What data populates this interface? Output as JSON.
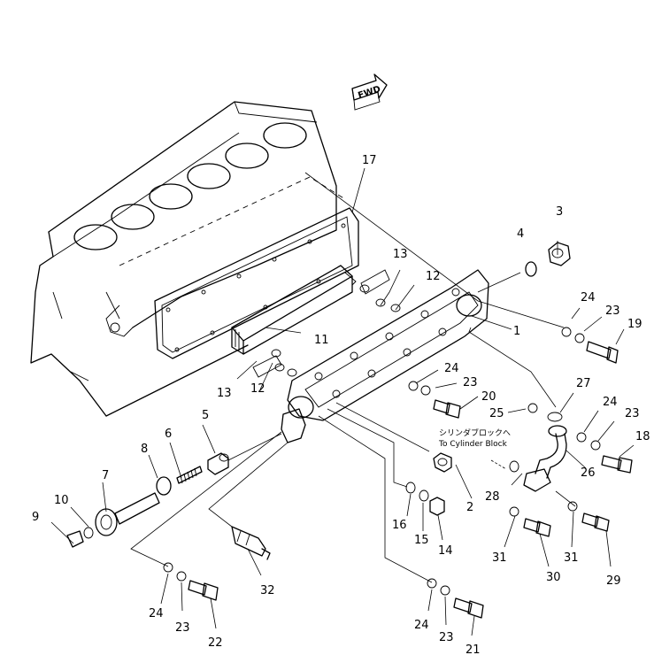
{
  "fwd_label": "FWD",
  "note": {
    "japanese": "シリンダブロックへ",
    "english": "To Cylinder Block"
  },
  "callouts": [
    {
      "id": "c1",
      "label": "1"
    },
    {
      "id": "c2",
      "label": "2"
    },
    {
      "id": "c3",
      "label": "3"
    },
    {
      "id": "c4",
      "label": "4"
    },
    {
      "id": "c5",
      "label": "5"
    },
    {
      "id": "c6",
      "label": "6"
    },
    {
      "id": "c7",
      "label": "7"
    },
    {
      "id": "c8",
      "label": "8"
    },
    {
      "id": "c9",
      "label": "9"
    },
    {
      "id": "c10",
      "label": "10"
    },
    {
      "id": "c11",
      "label": "11"
    },
    {
      "id": "c12a",
      "label": "12"
    },
    {
      "id": "c12b",
      "label": "12"
    },
    {
      "id": "c13a",
      "label": "13"
    },
    {
      "id": "c13b",
      "label": "13"
    },
    {
      "id": "c14",
      "label": "14"
    },
    {
      "id": "c15",
      "label": "15"
    },
    {
      "id": "c16",
      "label": "16"
    },
    {
      "id": "c17",
      "label": "17"
    },
    {
      "id": "c18",
      "label": "18"
    },
    {
      "id": "c19",
      "label": "19"
    },
    {
      "id": "c20",
      "label": "20"
    },
    {
      "id": "c21",
      "label": "21"
    },
    {
      "id": "c22",
      "label": "22"
    },
    {
      "id": "c23a",
      "label": "23"
    },
    {
      "id": "c23b",
      "label": "23"
    },
    {
      "id": "c23c",
      "label": "23"
    },
    {
      "id": "c23d",
      "label": "23"
    },
    {
      "id": "c23e",
      "label": "23"
    },
    {
      "id": "c24a",
      "label": "24"
    },
    {
      "id": "c24b",
      "label": "24"
    },
    {
      "id": "c24c",
      "label": "24"
    },
    {
      "id": "c24d",
      "label": "24"
    },
    {
      "id": "c24e",
      "label": "24"
    },
    {
      "id": "c25",
      "label": "25"
    },
    {
      "id": "c26",
      "label": "26"
    },
    {
      "id": "c27",
      "label": "27"
    },
    {
      "id": "c28",
      "label": "28"
    },
    {
      "id": "c29",
      "label": "29"
    },
    {
      "id": "c30",
      "label": "30"
    },
    {
      "id": "c31a",
      "label": "31"
    },
    {
      "id": "c31b",
      "label": "31"
    },
    {
      "id": "c32",
      "label": "32"
    }
  ]
}
